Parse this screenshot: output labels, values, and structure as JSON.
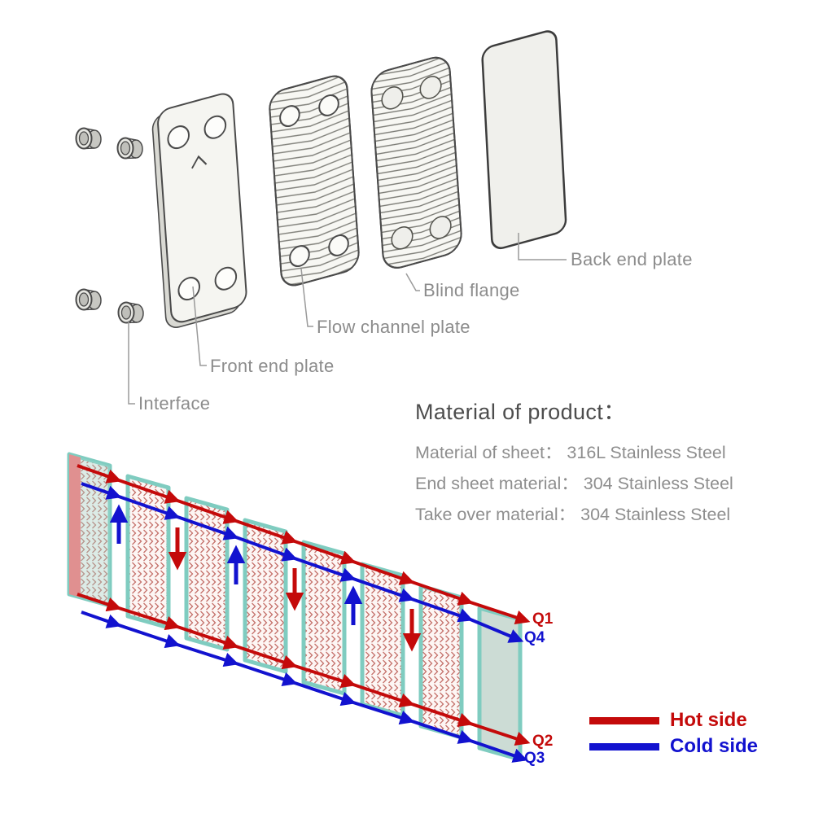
{
  "exploded_view": {
    "labels": {
      "interface": "Interface",
      "front_end_plate": "Front end plate",
      "flow_channel_plate": "Flow channel plate",
      "blind_flange": "Blind flange",
      "back_end_plate": "Back end plate"
    }
  },
  "materials": {
    "title": "Material of product：",
    "lines": [
      "Material of sheet：  316L Stainless Steel",
      "End sheet material：  304 Stainless Steel",
      "Take over material：  304 Stainless Steel"
    ]
  },
  "flow_diagram": {
    "ports": {
      "q1": "Q1",
      "q2": "Q2",
      "q3": "Q3",
      "q4": "Q4"
    },
    "legend": {
      "hot": "Hot side",
      "cold": "Cold side"
    }
  },
  "colors": {
    "hot_red": "#c40a0a",
    "cold_blue": "#1212cf",
    "plate_teal": "#7fccc0",
    "hatch_red": "#c4706a",
    "label_gray": "#8c8c8c",
    "outline_gray": "#4a4a4a"
  }
}
